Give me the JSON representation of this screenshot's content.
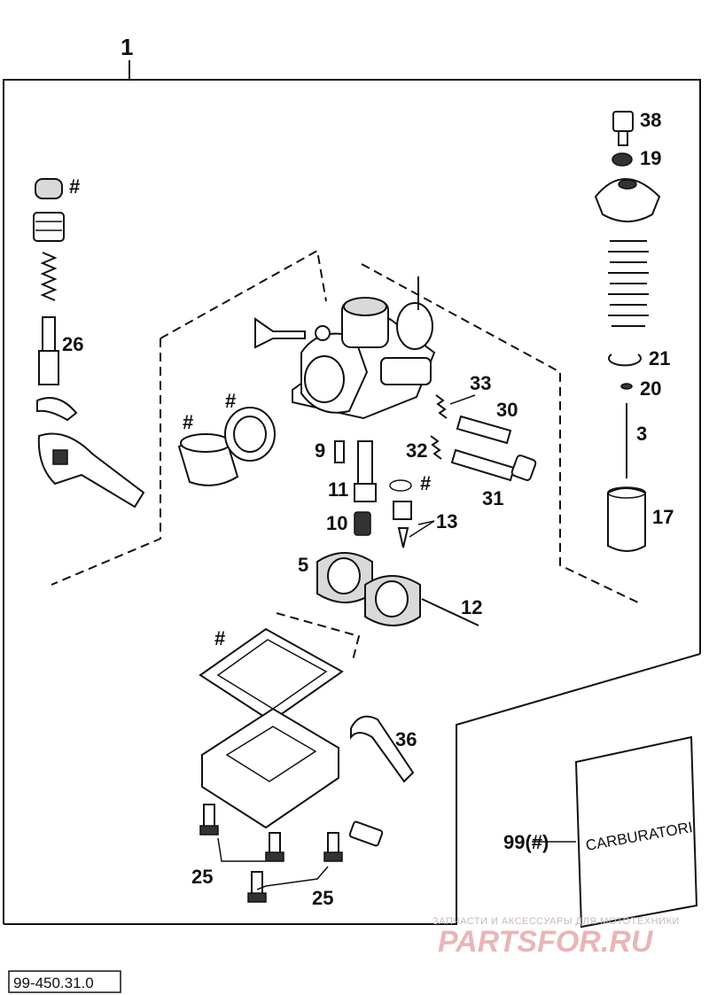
{
  "assembly": {
    "number": "1"
  },
  "callouts": {
    "c38": "38",
    "c19": "19",
    "c21": "21",
    "c20": "20",
    "c3": "3",
    "c17": "17",
    "c26": "26",
    "c33": "33",
    "c30": "30",
    "c32": "32",
    "c31": "31",
    "c9": "9",
    "c11": "11",
    "c10": "10",
    "c13": "13",
    "c5": "5",
    "c12": "12",
    "c36": "36",
    "c25a": "25",
    "c25b": "25",
    "c99": "99(#)",
    "hash1": "#",
    "hash2": "#",
    "hash3": "#",
    "hash4": "#",
    "hash5": "#"
  },
  "reference_code": "99-450.31.0",
  "watermark": {
    "tagline": "ЗАПЧАСТИ И АКСЕССУАРЫ ДЛЯ МОТОТЕХНИКИ",
    "brand": "PARTSFOR.RU"
  },
  "bag_label": "CARBURATORI"
}
